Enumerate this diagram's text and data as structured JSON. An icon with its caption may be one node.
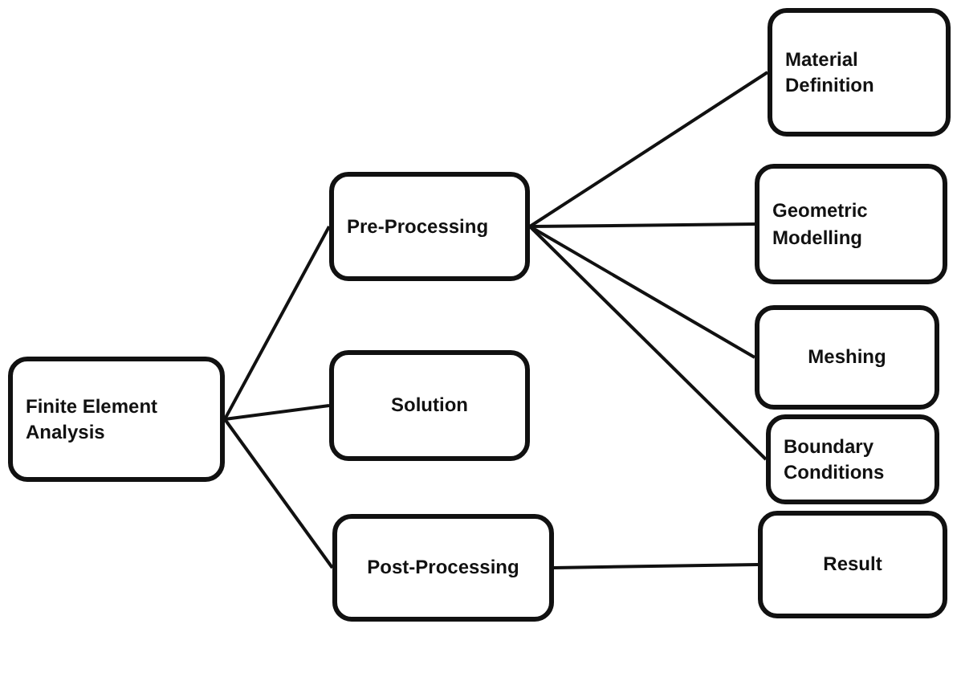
{
  "diagram": {
    "nodes": [
      {
        "text": [
          "Finite Element Analysis"
        ]
      },
      {
        "text": [
          "Pre-Processing"
        ]
      },
      {
        "text": [
          "Solution"
        ]
      },
      {
        "text": [
          "Post-Processing"
        ]
      },
      {
        "text": [
          "Material Definition"
        ]
      },
      {
        "text": [
          "Geometric Modelling"
        ]
      },
      {
        "text": [
          "Meshing"
        ]
      },
      {
        "text": [
          "Boundary Conditions"
        ]
      },
      {
        "text": [
          "Result"
        ]
      }
    ],
    "edges": [
      {
        "from": 0,
        "to": 1,
        "arrow": "none"
      },
      {
        "from": 0,
        "to": 2,
        "arrow": "none"
      },
      {
        "from": 0,
        "to": 3,
        "arrow": "none"
      },
      {
        "from": 1,
        "to": 4,
        "arrow": "none"
      },
      {
        "from": 1,
        "to": 5,
        "arrow": "none"
      },
      {
        "from": 1,
        "to": 6,
        "arrow": "none"
      },
      {
        "from": 1,
        "to": 7,
        "arrow": "none"
      },
      {
        "from": 3,
        "to": 8,
        "arrow": "none"
      }
    ]
  }
}
